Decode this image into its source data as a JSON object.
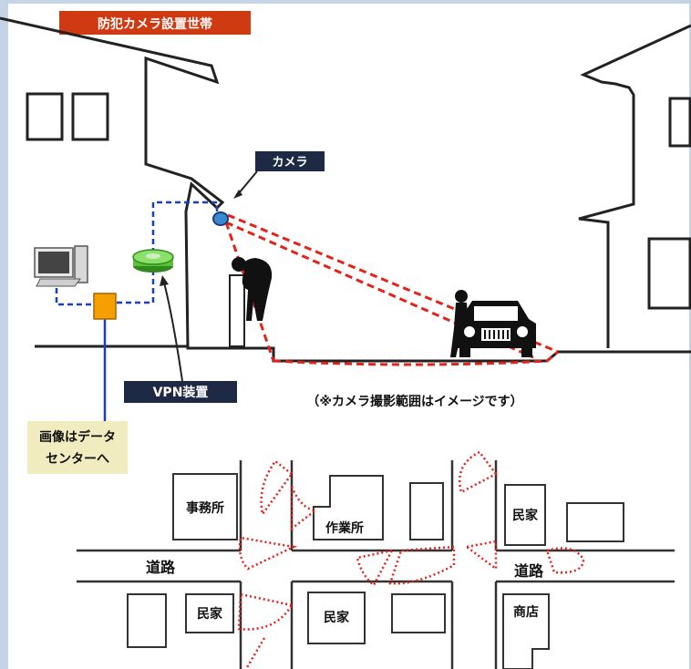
{
  "header": {
    "title": "防犯カメラ設置世帯",
    "title_color": "#d03a12"
  },
  "scene": {
    "camera_label": "カメラ",
    "vpn_label": "VPN装置",
    "datacenter_label_line1": "画像はデータ",
    "datacenter_label_line2": "センターへ",
    "range_note": "（※カメラ撮影範囲はイメージです）"
  },
  "map": {
    "buildings": {
      "office": "事務所",
      "workshop": "作業所",
      "house_top_right": "民家",
      "house_bottom_left": "民家",
      "house_bottom_center": "民家",
      "shop": "商店"
    },
    "roads": {
      "left": "道路",
      "right": "道路"
    }
  },
  "colors": {
    "camera_range": "#e2231a",
    "network": "#1a3fc0",
    "datacenter_box": "#f0ecbf",
    "label_box": "#1e2a44",
    "junction_box": "#f5a000"
  },
  "icons": [
    "computer-icon",
    "vpn-router-icon",
    "camera-icon",
    "intruder-icon",
    "car-icon",
    "junction-box-icon"
  ]
}
